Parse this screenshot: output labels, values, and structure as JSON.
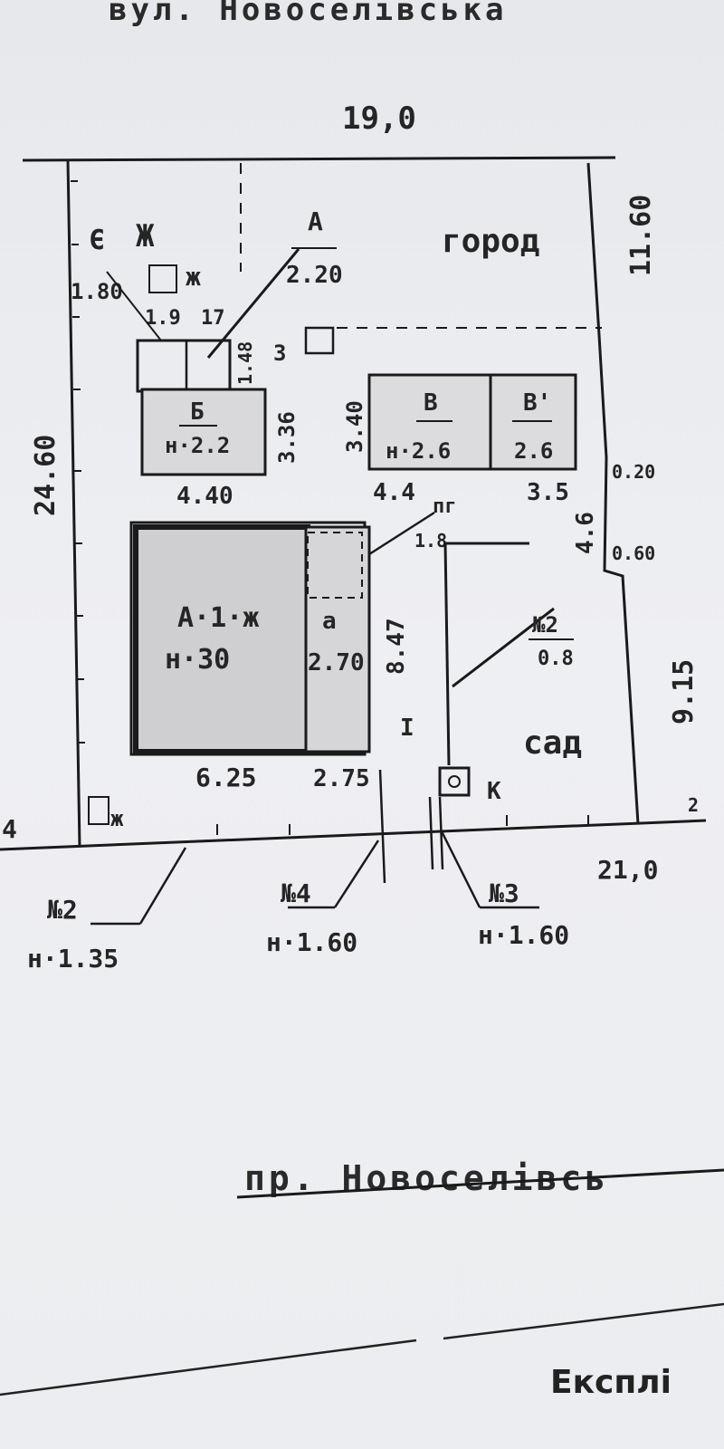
{
  "header": {
    "street_top": "вул. Новоселівська"
  },
  "plot": {
    "width_top": "19,0",
    "height_left": "24.60",
    "right_top": "11.60",
    "right_mid": "4.6",
    "right_low": "9.15",
    "bottom_width": "21,0",
    "corner_left": "4",
    "corner_right": "2",
    "notch_a": "0.20",
    "notch_b": "0.60",
    "garden_top": "город",
    "garden_bottom": "сад",
    "point_3": "3",
    "roman_1": "I"
  },
  "outhouse": {
    "code": "Є",
    "code2": "Ж",
    "h": "1.80",
    "dim_a": "1.9",
    "dim_b": "17",
    "dim_c": "1.48",
    "label_ge": "ж",
    "a_label": "А",
    "a_value": "2.20"
  },
  "building_b": {
    "letter": "Б",
    "height": "н·2.2",
    "width": "4.40",
    "depth": "3.36"
  },
  "building_v": {
    "letter": "В",
    "height": "н·2.6",
    "letter2": "В'",
    "height2": "2.6",
    "depth": "3.40",
    "width_a": "4.4",
    "width_b": "3.5"
  },
  "main_house": {
    "code": "А·1·ж",
    "height": "н·30",
    "annex": "а",
    "annex_h": "2.70",
    "width_main": "6.25",
    "width_annex": "2.75",
    "depth": "8.47",
    "label_pg": "пг",
    "pg_value": "1.8"
  },
  "fences": {
    "n2_label": "№2",
    "n2_value": "0.8",
    "well": "К",
    "bottom_n1_label": "№2",
    "bottom_n1_value": "н·1.35",
    "bottom_n4_label": "№4",
    "bottom_n4_value": "н·1.60",
    "bottom_n3_label": "№3",
    "bottom_n3_value": "н·1.60",
    "shed_label": "ж"
  },
  "footer": {
    "lane": "пр. Новоселівсь",
    "explication": "Експлі"
  }
}
